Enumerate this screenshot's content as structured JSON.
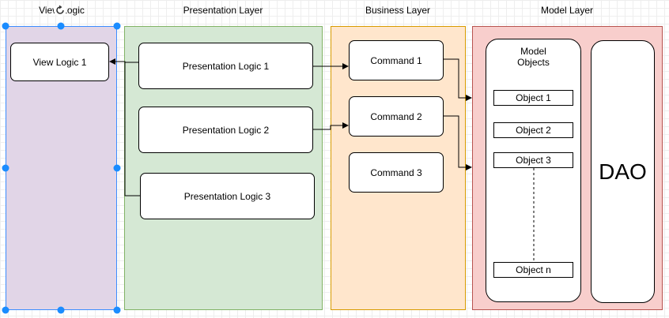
{
  "lanes": {
    "view": {
      "title": "View Logic",
      "fill": "#e1d5e7",
      "border": "#9673a6"
    },
    "presentation": {
      "title": "Presentation Layer",
      "fill": "#d5e8d4",
      "border": "#82b366"
    },
    "business": {
      "title": "Business Layer",
      "fill": "#ffe6cc",
      "border": "#d79b00"
    },
    "model": {
      "title": "Model Layer",
      "fill": "#f8cecc",
      "border": "#b85450"
    }
  },
  "view_nodes": [
    "View Logic 1"
  ],
  "presentation_nodes": [
    "Presentation Logic 1",
    "Presentation Logic 2",
    "Presentation Logic 3"
  ],
  "business_nodes": [
    "Command 1",
    "Command 2",
    "Command 3"
  ],
  "model_objects": {
    "title": "Model Objects",
    "items": [
      "Object 1",
      "Object 2",
      "Object 3",
      "Object n"
    ]
  },
  "dao": {
    "label": "DAO"
  },
  "selection_color": "#1a8cff",
  "icons": {
    "rotate": "rotate-icon"
  }
}
